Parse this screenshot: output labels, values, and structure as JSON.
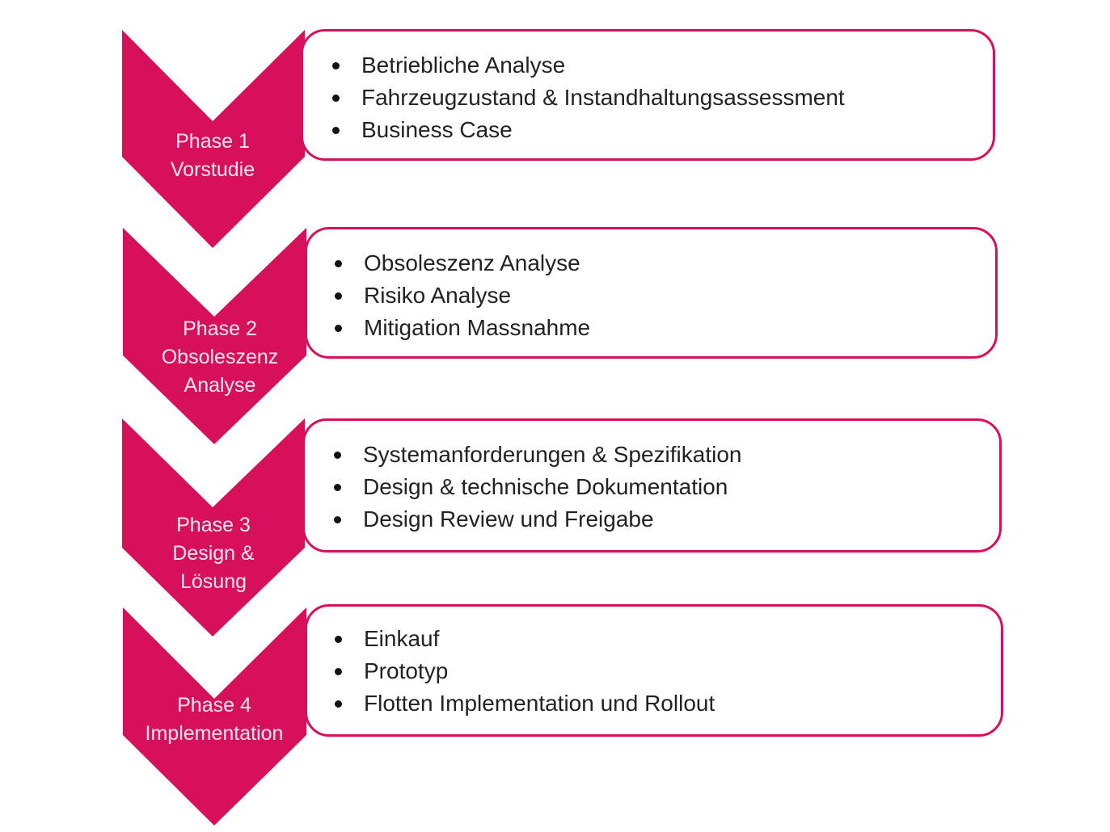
{
  "accent_color": "#d6105a",
  "phases": [
    {
      "title": "Phase 1",
      "subtitle": [
        "Vorstudie"
      ],
      "items": [
        "Betriebliche Analyse",
        "Fahrzeugzustand & Instandhaltungsassessment",
        "Business Case"
      ]
    },
    {
      "title": "Phase 2",
      "subtitle": [
        "Obsoleszenz",
        "Analyse"
      ],
      "items": [
        "Obsoleszenz Analyse",
        "Risiko Analyse",
        "Mitigation Massnahme"
      ]
    },
    {
      "title": "Phase 3",
      "subtitle": [
        "Design &",
        "Lösung"
      ],
      "items": [
        "Systemanforderungen & Spezifikation",
        "Design & technische Dokumentation",
        "Design Review und Freigabe"
      ]
    },
    {
      "title": "Phase 4",
      "subtitle": [
        "Implementation"
      ],
      "items": [
        "Einkauf",
        "Prototyp",
        "Flotten Implementation und Rollout"
      ]
    }
  ]
}
